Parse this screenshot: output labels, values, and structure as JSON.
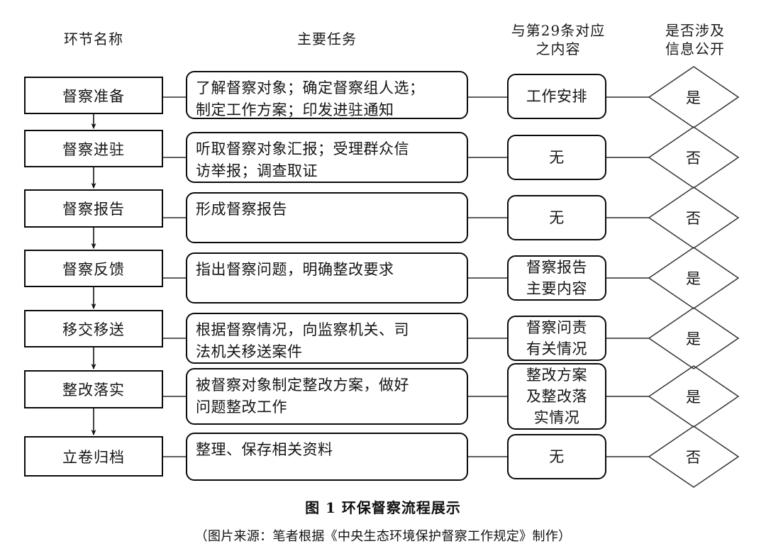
{
  "figure": {
    "title": "图 1   环保督察流程展示",
    "source": "（图片来源：笔者根据《中央生态环境保护督察工作规定》制作）"
  },
  "headers": {
    "stage": "环节名称",
    "task": "主要任务",
    "article29": "与第29条对应\n之内容",
    "disclosure": "是否涉及\n信息公开"
  },
  "rows": [
    {
      "stage": "督察准备",
      "task": "了解督察对象；确定督察组人选；\n制定工作方案；印发进驻通知",
      "article29": "工作安排",
      "disclosure": "是"
    },
    {
      "stage": "督察进驻",
      "task": "听取督察对象汇报；受理群众信\n访举报；调查取证",
      "article29": "无",
      "disclosure": "否"
    },
    {
      "stage": "督察报告",
      "task": "形成督察报告",
      "article29": "无",
      "disclosure": "否"
    },
    {
      "stage": "督察反馈",
      "task": "指出督察问题，明确整改要求",
      "article29": "督察报告\n主要内容",
      "disclosure": "是"
    },
    {
      "stage": "移交移送",
      "task": "根据督察情况，向监察机关、司\n法机关移送案件",
      "article29": "督察问责\n有关情况",
      "disclosure": "是"
    },
    {
      "stage": "整改落实",
      "task": "被督察对象制定整改方案，做好\n问题整改工作",
      "article29": "整改方案\n及整改落\n实情况",
      "disclosure": "是"
    },
    {
      "stage": "立卷归档",
      "task": "整理、保存相关资料",
      "article29": "无",
      "disclosure": "否"
    }
  ],
  "colors": {
    "stroke": "#0a0a0a",
    "connector": "#2a2a2a",
    "diamond_stroke": "#333333",
    "background": "#ffffff"
  }
}
